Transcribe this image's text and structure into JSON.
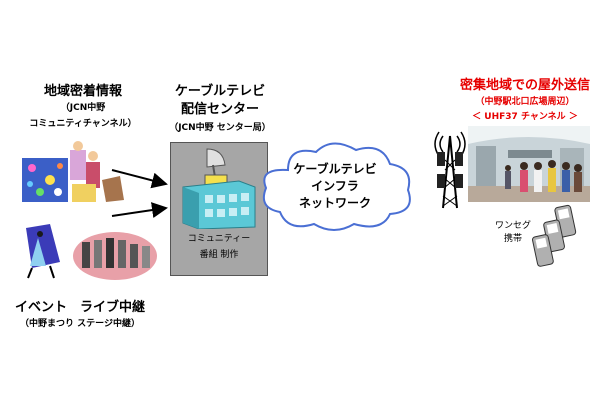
{
  "left_top": {
    "title": "地域密着情報",
    "sub1": "（JCN中野",
    "sub2": "コミュニティチャンネル）"
  },
  "left_bottom": {
    "title": "イベント　ライブ中継",
    "sub": "（中野まつり ステージ中継）"
  },
  "center": {
    "title1": "ケーブルテレビ",
    "title2": "配信センター",
    "sub": "（JCN中野 センター局）",
    "box_line1": "コミュニティー",
    "box_line2": "番組 制作"
  },
  "cloud": {
    "line1": "ケーブルテレビ",
    "line2": "インフラ",
    "line3": "ネットワーク"
  },
  "right": {
    "title": "密集地域での屋外送信",
    "sub": "（中野駅北口広場周辺）",
    "channel": "＜ UHF37 チャンネル ＞",
    "phone_line1": "ワンセグ",
    "phone_line2": "携帯"
  },
  "colors": {
    "red_text": "#e60000",
    "box_gray": "#a6a6a6",
    "building": "#5bc8d6"
  }
}
